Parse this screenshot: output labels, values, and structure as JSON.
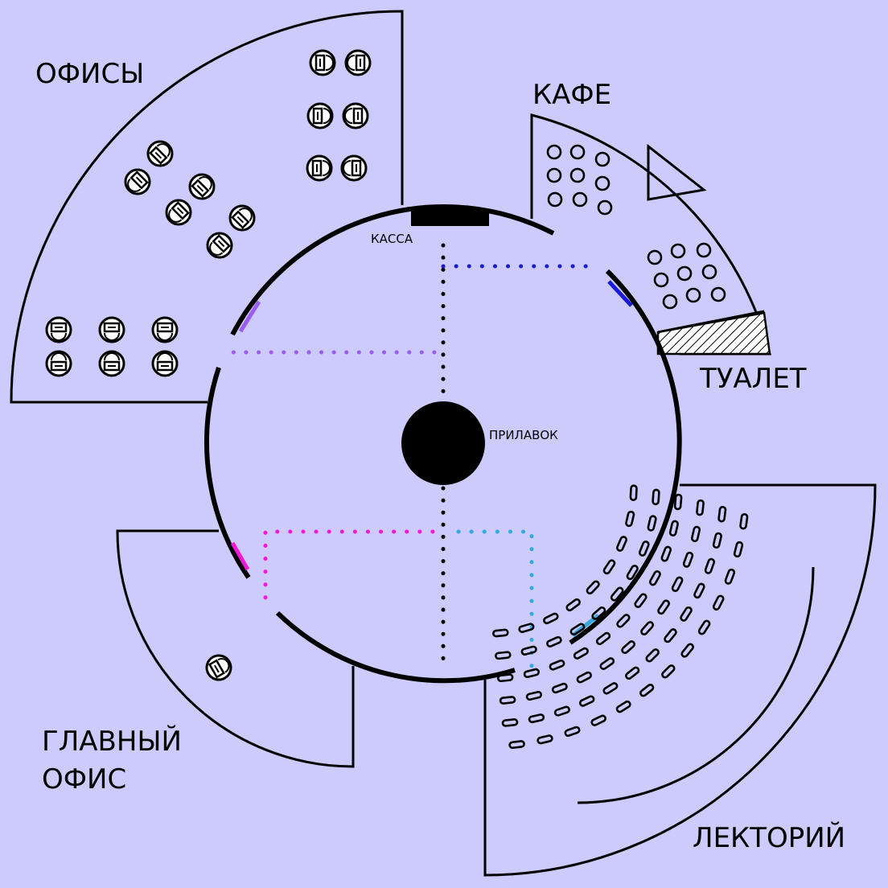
{
  "labels": {
    "offices": "ОФИСЫ",
    "cafe": "КАФЕ",
    "toilet": "ТУАЛЕТ",
    "main_office_line1": "ГЛАВНЫЙ",
    "main_office_line2": "ОФИС",
    "lecture_hall": "ЛЕКТОРИЙ",
    "cashier": "КАССА",
    "counter": "ПРИЛАВОК"
  },
  "colors": {
    "background": "#cccbfc",
    "offices_route": "#9b5cf0",
    "cafe_route": "#1a1ad6",
    "main_office_route": "#f019d8",
    "lecture_route": "#33aadd",
    "main_route": "#000000"
  },
  "icons": {
    "office_desk": "desk-with-chair-icon",
    "cafe_table": "round-table-icon",
    "lecture_seat": "seat-icon"
  }
}
